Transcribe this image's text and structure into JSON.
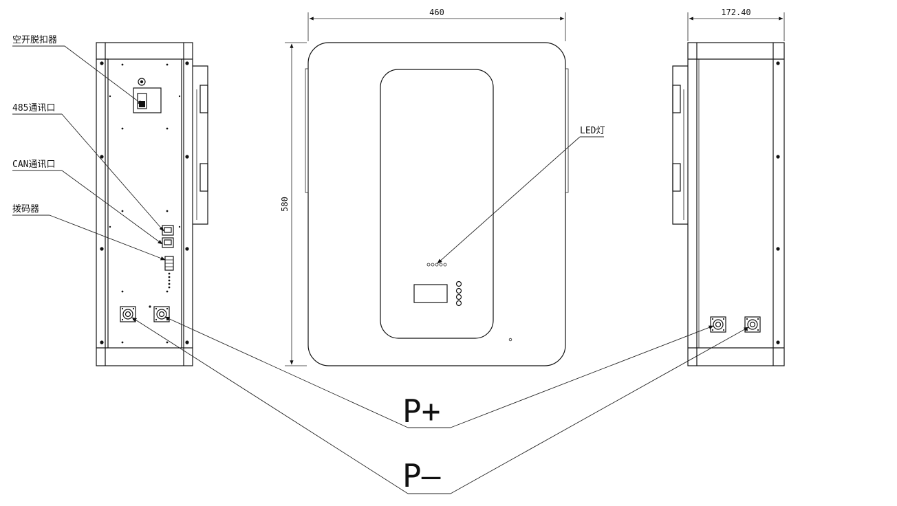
{
  "labels": {
    "breaker": "空开脱扣器",
    "rs485": "485通讯口",
    "can": "CAN通讯口",
    "dip": "拨码器",
    "led": "LED灯",
    "p_plus": "P+",
    "p_minus": "P—"
  },
  "dimensions": {
    "width": "460",
    "height": "580",
    "depth": "172.40"
  }
}
